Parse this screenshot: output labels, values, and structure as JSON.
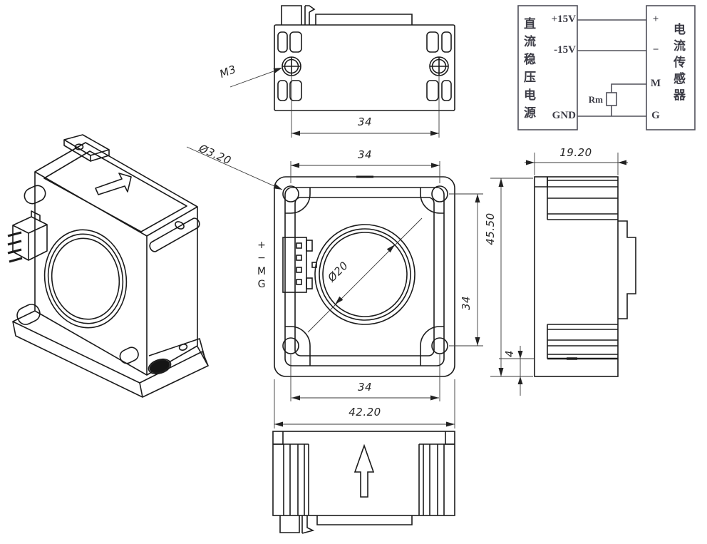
{
  "dimensions": {
    "top_view_spacing": "34",
    "front_top_spacing": "34",
    "front_bottom_spacing": "34",
    "front_right_spacing": "34",
    "overall_height": "45.50",
    "overall_width": "42.20",
    "depth": "19.20",
    "foot_height": "4",
    "mount_hole_dia": "Ø3.20",
    "aperture_dia": "Ø20",
    "screw_label": "M3"
  },
  "front_connector": {
    "plus": "+",
    "minus": "−",
    "m": "M",
    "g": "G"
  },
  "wiring": {
    "supply_name": "直流稳压电源",
    "sensor_name": "电流传感器",
    "terminal_p15": "+15V",
    "terminal_n15": "-15V",
    "terminal_gnd": "GND",
    "sensor_plus": "+",
    "sensor_minus": "−",
    "sensor_m": "M",
    "sensor_g": "G",
    "resistor_label": "Rm"
  },
  "colors": {
    "line": "#1b1b1b",
    "dim_line": "#3a3a3a",
    "wiring_line": "#50505a",
    "background": "#ffffff"
  }
}
